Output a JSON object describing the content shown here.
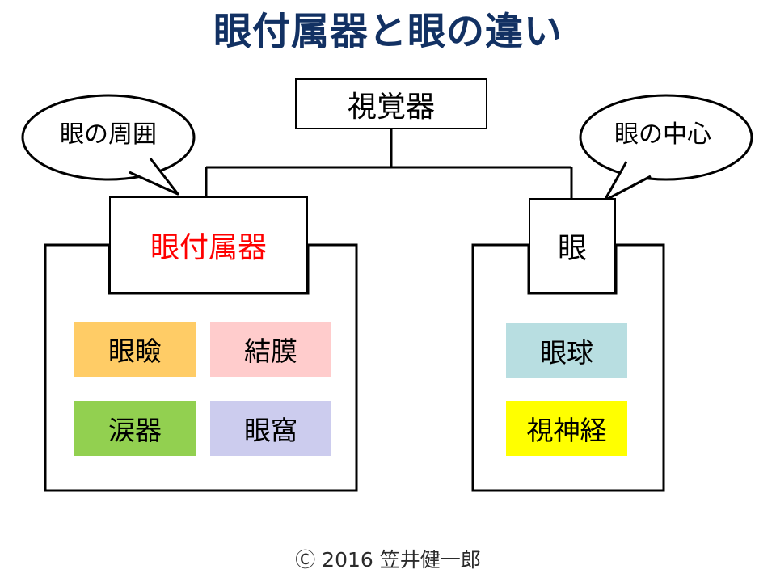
{
  "title": "眼付属器と眼の違い",
  "title_color": "#123163",
  "tree": {
    "root": {
      "label": "視覚器"
    },
    "branches": [
      {
        "label": "眼付属器",
        "label_color": "#ff0000"
      },
      {
        "label": "眼",
        "label_color": "#000000"
      }
    ]
  },
  "callouts": [
    {
      "name": "left-callout",
      "label": "眼の周囲"
    },
    {
      "name": "right-callout",
      "label": "眼の中心"
    }
  ],
  "groups": {
    "left": {
      "owner": "眼付属器",
      "items": [
        {
          "label": "眼瞼",
          "color": "#ffcc66"
        },
        {
          "label": "結膜",
          "color": "#ffcccc"
        },
        {
          "label": "涙器",
          "color": "#92d050"
        },
        {
          "label": "眼窩",
          "color": "#ccccee"
        }
      ]
    },
    "right": {
      "owner": "眼",
      "items": [
        {
          "label": "眼球",
          "color": "#b8dee1"
        },
        {
          "label": "視神経",
          "color": "#ffff00"
        }
      ]
    }
  },
  "footer": {
    "credit": "Ⓒ 2016 笠井健一郎"
  },
  "line_color": "#000000"
}
